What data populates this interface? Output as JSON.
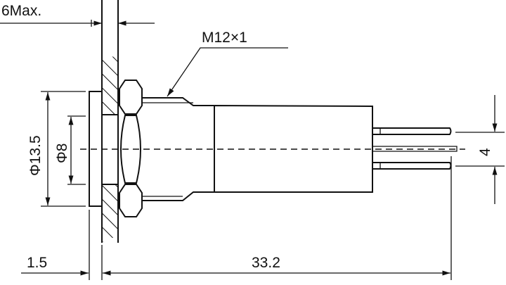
{
  "title": "Panel indicator lamp dimension drawing",
  "dimensions": {
    "panel_thickness": "6Max.",
    "thread": "M12×1",
    "bezel_diameter": "Φ13.5",
    "hole_diameter": "Φ8",
    "pin_spacing": "4",
    "bezel_thickness": "1.5",
    "body_length": "33.2"
  },
  "colors": {
    "line": "#111111",
    "background": "#ffffff"
  }
}
